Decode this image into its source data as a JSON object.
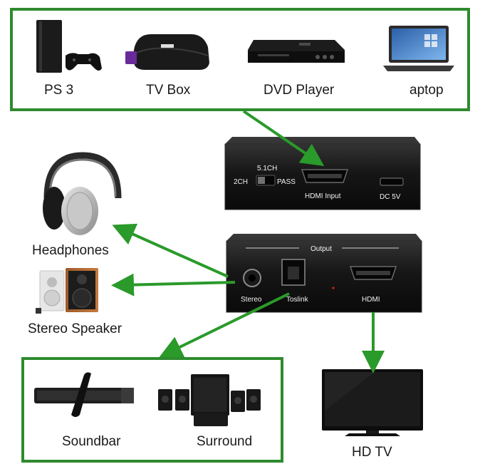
{
  "sources": {
    "items": [
      {
        "label": "PS 3",
        "icon": "game-console-icon"
      },
      {
        "label": "TV Box",
        "icon": "streaming-box-icon"
      },
      {
        "label": "DVD Player",
        "icon": "dvd-player-icon"
      },
      {
        "label": "aptop",
        "icon": "laptop-icon"
      }
    ]
  },
  "input_device": {
    "switch_top_label": "5.1CH",
    "switch_left_label": "2CH",
    "switch_right_label": "PASS",
    "hdmi_label": "HDMI Input",
    "power_label": "DC 5V"
  },
  "output_device": {
    "panel_title": "Output",
    "stereo_label": "Stereo",
    "toslink_label": "Toslink",
    "hdmi_label": "HDMI"
  },
  "outputs": {
    "headphones": "Headphones",
    "stereo_speaker": "Stereo Speaker",
    "soundbar": "Soundbar",
    "surround": "Surround",
    "hdtv": "HD TV"
  },
  "colors": {
    "frame_green": "#2e8b2e",
    "arrow_green": "#2a9a2a",
    "device_black": "#141414"
  }
}
